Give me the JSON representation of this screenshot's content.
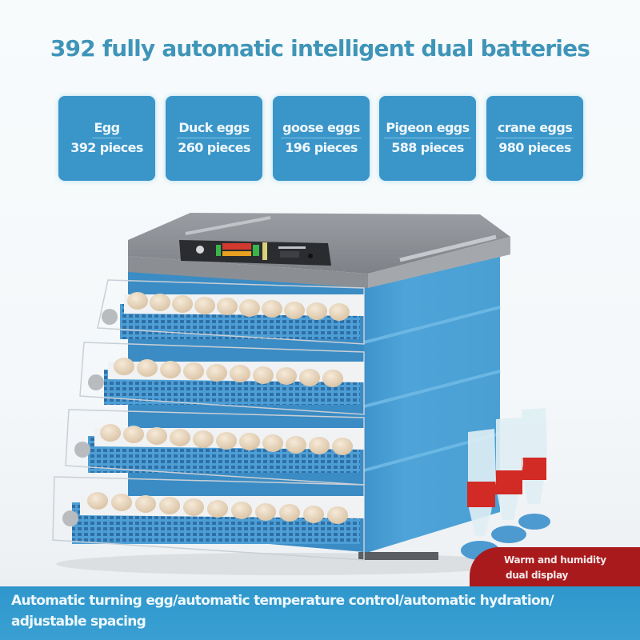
{
  "title": "392 fully automatic intelligent dual batteries",
  "capacity_cards": [
    {
      "name": "Egg",
      "count": "392 pieces"
    },
    {
      "name": "Duck eggs",
      "count": "260 pieces"
    },
    {
      "name": "goose eggs",
      "count": "196 pieces"
    },
    {
      "name": "Pigeon eggs",
      "count": "588 pieces"
    },
    {
      "name": "crane eggs",
      "count": "980 pieces"
    }
  ],
  "product": {
    "description": "Blue 4-tier egg incubator with grey lid, control panel display, four pull-out transparent egg drawers and three water bottle feeders",
    "drawer_count": 4,
    "colors": {
      "body": "#4a9fd4",
      "lid": "#8d9196",
      "panel": "#2a2c30",
      "water": "#c81e1e"
    }
  },
  "badge": {
    "line1": "Warm and humidity",
    "line2": "dual display",
    "color": "#a91a1d"
  },
  "footer": {
    "line1": "Automatic turning egg/automatic temperature control/automatic hydration/",
    "line2": "adjustable spacing",
    "color": "#3398cd"
  }
}
